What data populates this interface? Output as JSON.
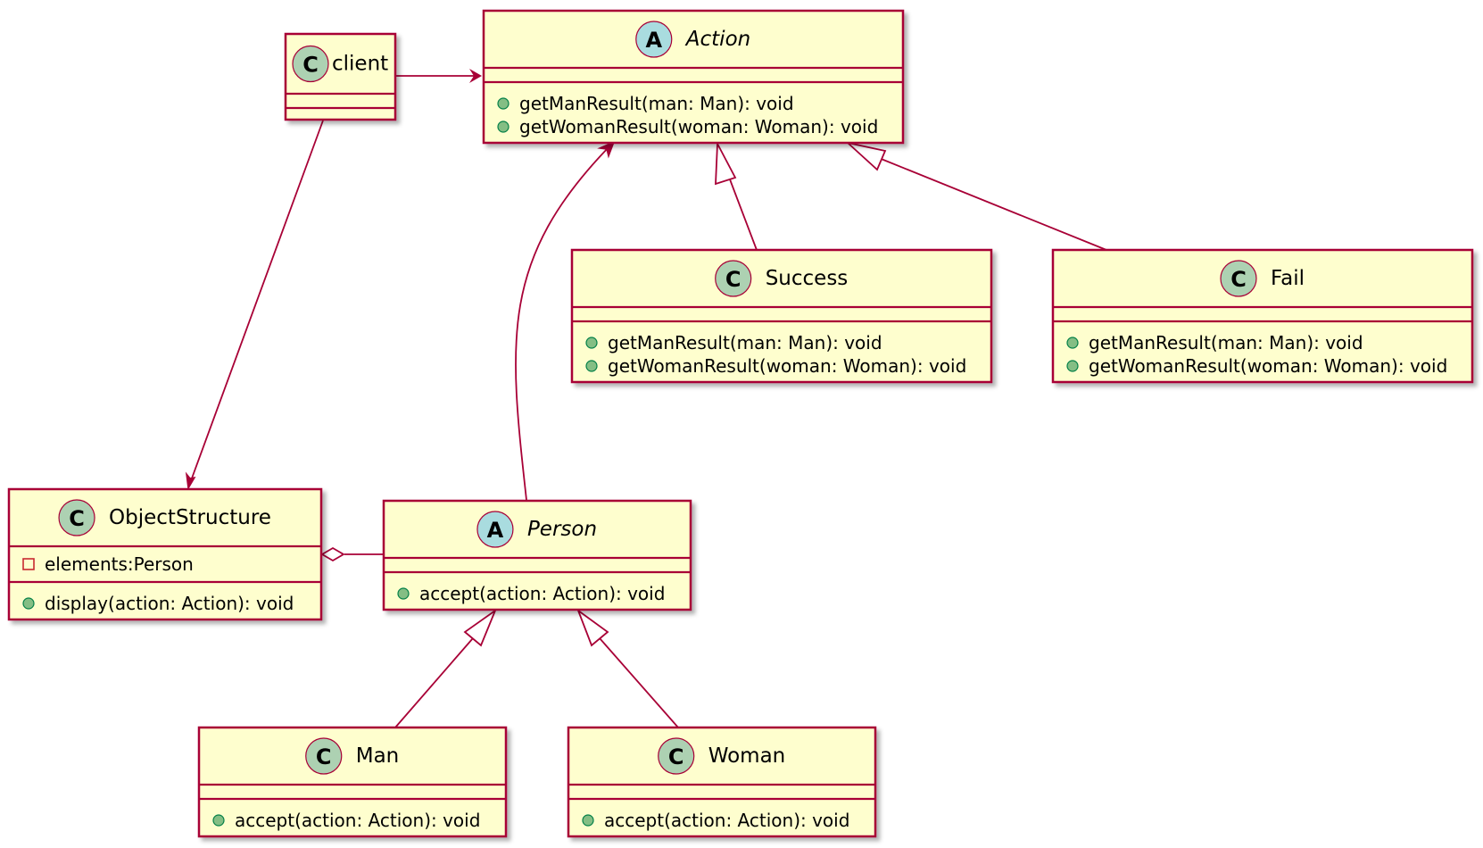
{
  "classes": {
    "client": {
      "name": "client",
      "stereotype": "C",
      "attributes": [],
      "methods": []
    },
    "action": {
      "name": "Action",
      "stereotype": "A",
      "attributes": [],
      "methods": [
        "getManResult(man: Man): void",
        "getWomanResult(woman: Woman): void"
      ]
    },
    "success": {
      "name": "Success",
      "stereotype": "C",
      "attributes": [],
      "methods": [
        "getManResult(man: Man): void",
        "getWomanResult(woman: Woman): void"
      ]
    },
    "fail": {
      "name": "Fail",
      "stereotype": "C",
      "attributes": [],
      "methods": [
        "getManResult(man: Man): void",
        "getWomanResult(woman: Woman): void"
      ]
    },
    "objectstructure": {
      "name": "ObjectStructure",
      "stereotype": "C",
      "attributes": [
        "elements:Person"
      ],
      "methods": [
        "display(action: Action): void"
      ]
    },
    "person": {
      "name": "Person",
      "stereotype": "A",
      "attributes": [],
      "methods": [
        "accept(action: Action): void"
      ]
    },
    "man": {
      "name": "Man",
      "stereotype": "C",
      "attributes": [],
      "methods": [
        "accept(action: Action): void"
      ]
    },
    "woman": {
      "name": "Woman",
      "stereotype": "C",
      "attributes": [],
      "methods": [
        "accept(action: Action): void"
      ]
    }
  },
  "colors": {
    "box_fill": "#FEFECE",
    "border": "#A80036",
    "class_spot": "#ADD1B2",
    "abstract_spot": "#A9DCDF",
    "public_marker": "#84BE84",
    "private_marker": "#C82930"
  },
  "relations": [
    {
      "from": "client",
      "to": "action",
      "type": "association"
    },
    {
      "from": "client",
      "to": "objectstructure",
      "type": "association"
    },
    {
      "from": "success",
      "to": "action",
      "type": "generalization"
    },
    {
      "from": "fail",
      "to": "action",
      "type": "generalization"
    },
    {
      "from": "person",
      "to": "action",
      "type": "association"
    },
    {
      "from": "objectstructure",
      "to": "person",
      "type": "aggregation"
    },
    {
      "from": "man",
      "to": "person",
      "type": "generalization"
    },
    {
      "from": "woman",
      "to": "person",
      "type": "generalization"
    }
  ]
}
